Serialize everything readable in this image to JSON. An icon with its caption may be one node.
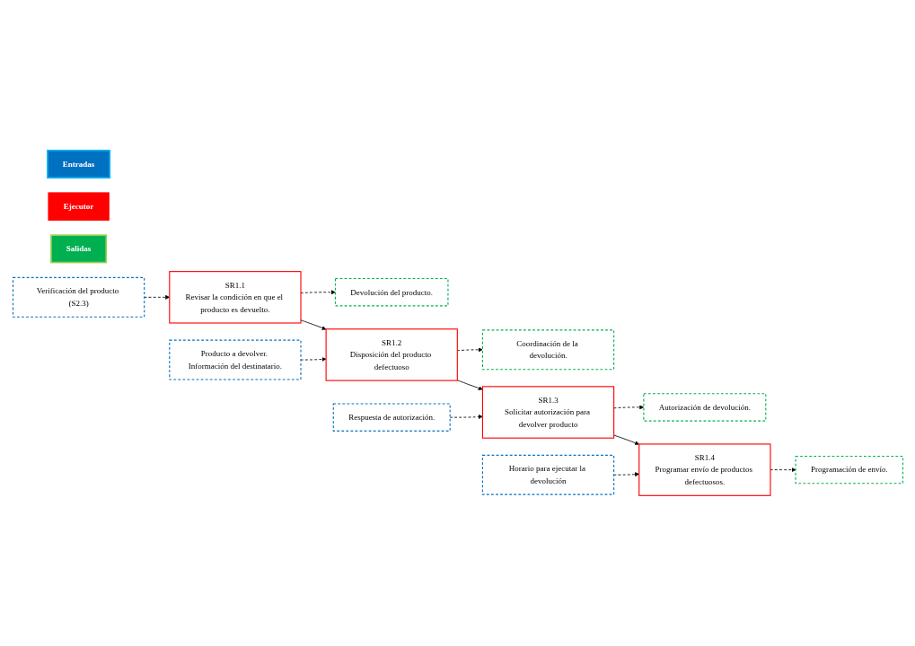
{
  "diagram": {
    "nodes": [
      {
        "text": [
          "Entradas"
        ]
      },
      {
        "text": [
          "Ejecutor"
        ]
      },
      {
        "text": [
          "Salidas"
        ]
      },
      {
        "text": [
          "Verificación del producto (S2.3)"
        ]
      },
      {
        "text": [
          "SR1.1",
          "Revisar la condición en que el producto es devuelto."
        ]
      },
      {
        "text": [
          "Devolución del producto."
        ]
      },
      {
        "text": [
          "Producto a devolver. Información del destinatario."
        ]
      },
      {
        "text": [
          "SR1.2",
          "Disposición del producto defectuoso"
        ]
      },
      {
        "text": [
          "Coordinación de la devolución."
        ]
      },
      {
        "text": [
          "Respuesta de autorización."
        ]
      },
      {
        "text": [
          "SR1.3",
          "Solicitar autorización para devolver producto"
        ]
      },
      {
        "text": [
          "Autorización de devolución."
        ]
      },
      {
        "text": [
          "Horario para ejecutar la devolución"
        ]
      },
      {
        "text": [
          "SR1.4",
          "Programar envío de productos defectuosos."
        ]
      },
      {
        "text": [
          "Programación de envío."
        ]
      }
    ],
    "edges": [
      {
        "from": 3,
        "to": 4,
        "arrow": "to",
        "style": "dashed"
      },
      {
        "from": 4,
        "to": 5,
        "arrow": "to",
        "style": "dashed"
      },
      {
        "from": 4,
        "to": 7,
        "arrow": "to"
      },
      {
        "from": 6,
        "to": 7,
        "arrow": "to",
        "style": "dashed"
      },
      {
        "from": 7,
        "to": 8,
        "arrow": "to",
        "style": "dashed"
      },
      {
        "from": 7,
        "to": 10,
        "arrow": "to"
      },
      {
        "from": 9,
        "to": 10,
        "arrow": "to",
        "style": "dashed"
      },
      {
        "from": 10,
        "to": 11,
        "arrow": "to",
        "style": "dashed"
      },
      {
        "from": 10,
        "to": 13,
        "arrow": "to"
      },
      {
        "from": 12,
        "to": 13,
        "arrow": "to",
        "style": "dashed"
      },
      {
        "from": 13,
        "to": 14,
        "arrow": "to",
        "style": "dashed"
      }
    ]
  }
}
